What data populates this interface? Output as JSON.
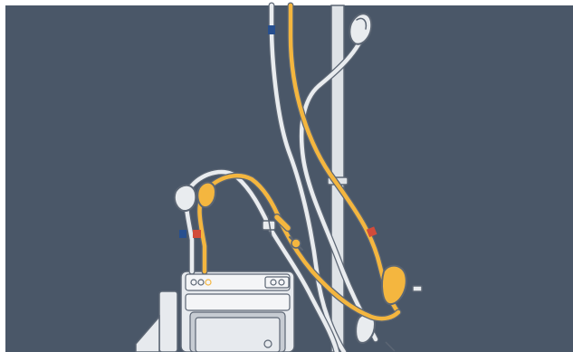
{
  "diagram": {
    "labels": [],
    "colors": {
      "background": "#4a5768",
      "page_border": "#ffffff",
      "line_white": "#e9ecef",
      "line_white_inner": "#ffffff",
      "line_yellow": "#f4b63f",
      "line_yellow_inner": "#fde6ae",
      "outline": "#5c6674",
      "marker_blue": "#274f8f",
      "marker_red": "#d24b3a",
      "pole": "#dfe3e7",
      "device_body": "#e7eaee",
      "device_shadow": "#c7ccd3"
    },
    "elements": [
      "iv-pole",
      "machine-console",
      "white-tubing",
      "yellow-tubing",
      "clamps",
      "color-markers"
    ]
  }
}
